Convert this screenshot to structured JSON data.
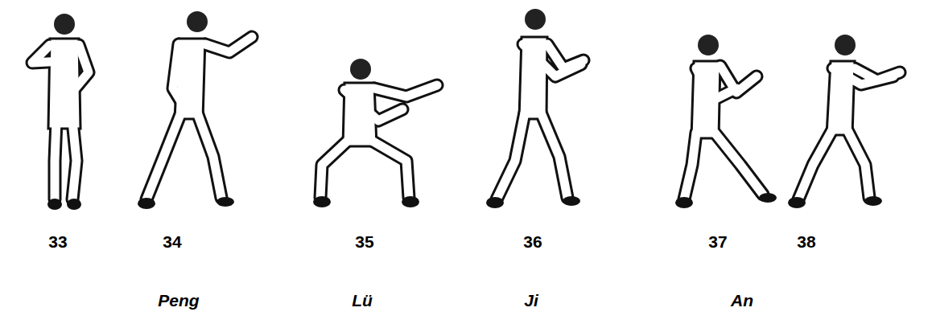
{
  "diagram": {
    "labels": [
      "33",
      "34",
      "35",
      "36",
      "37",
      "38",
      "Peng",
      "Lü",
      "Ji",
      "An"
    ]
  }
}
